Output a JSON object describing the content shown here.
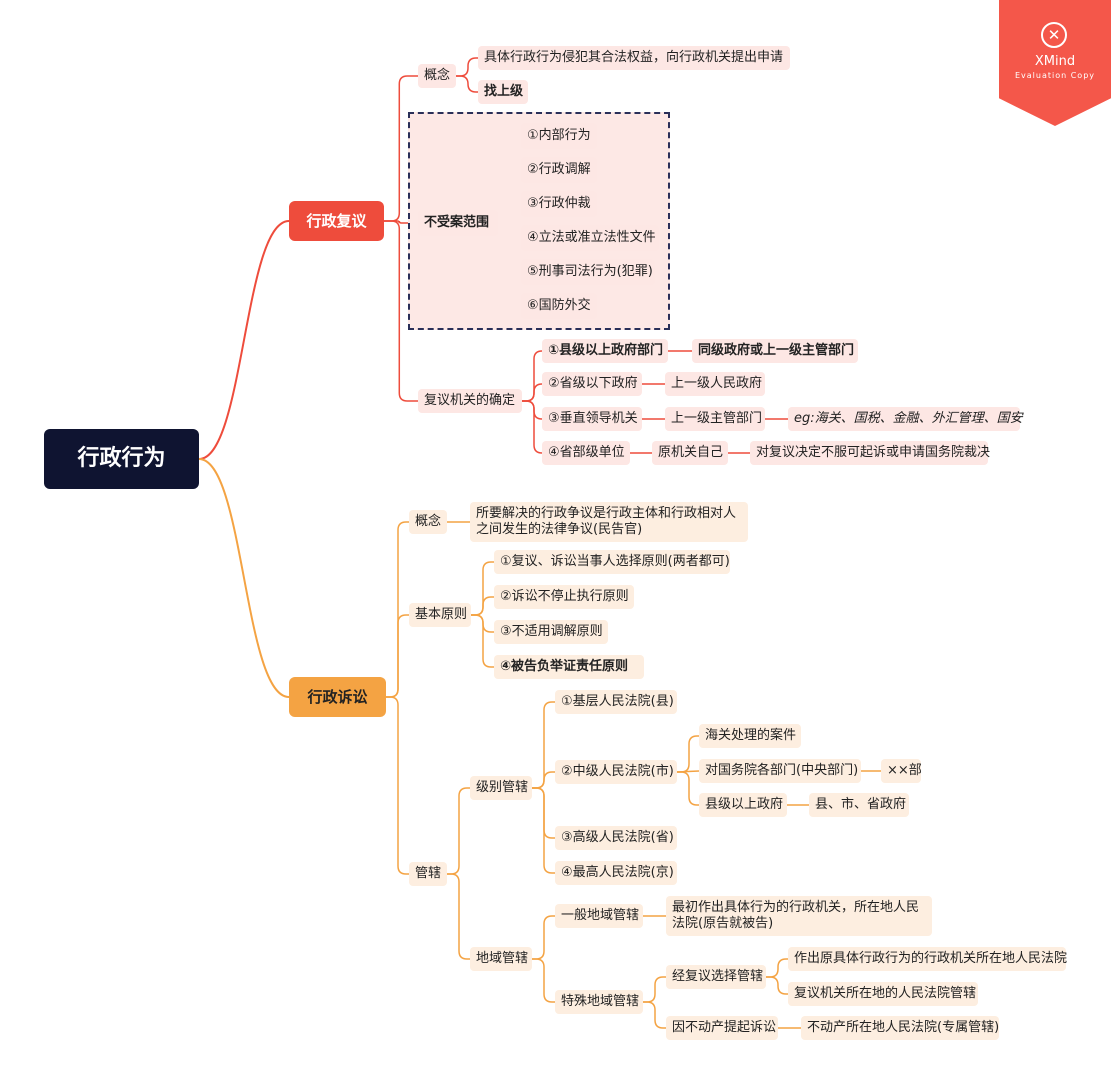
{
  "root": "行政行为",
  "fuyi": {
    "title": "行政复议",
    "concept": {
      "label": "概念",
      "detail1": "具体行政行为侵犯其合法权益，向行政机关提出申请",
      "detail2": "找上级"
    },
    "exclusions": {
      "label": "不受案范围",
      "items": [
        "①内部行为",
        "②行政调解",
        "③行政仲裁",
        "④立法或准立法性文件",
        "⑤刑事司法行为(犯罪)",
        "⑥国防外交"
      ]
    },
    "authority": {
      "label": "复议机关的确定",
      "rows": [
        {
          "a": "①县级以上政府部门",
          "b": "同级政府或上一级主管部门"
        },
        {
          "a": "②省级以下政府",
          "b": "上一级人民政府"
        },
        {
          "a": "③垂直领导机关",
          "b": "上一级主管部门",
          "c": "eg:海关、国税、金融、外汇管理、国安"
        },
        {
          "a": "④省部级单位",
          "b": "原机关自己",
          "c": "对复议决定不服可起诉或申请国务院裁决"
        }
      ]
    }
  },
  "susong": {
    "title": "行政诉讼",
    "concept": {
      "label": "概念",
      "detail": "所要解决的行政争议是行政主体和行政相对人之间发生的法律争议(民告官)"
    },
    "principles": {
      "label": "基本原则",
      "items": [
        "①复议、诉讼当事人选择原则(两者都可)",
        "②诉讼不停止执行原则",
        "③不适用调解原则",
        "④被告负举证责任原则"
      ]
    },
    "jurisdiction": {
      "label": "管辖",
      "level": {
        "label": "级别管辖",
        "basic": "①基层人民法院(县)",
        "intermediate": {
          "label": "②中级人民法院(市)",
          "customs": "海关处理的案件",
          "ministries": "对国务院各部门(中央部门)",
          "ministries_eg": "××部",
          "county_gov": "县级以上政府",
          "county_gov_eg": "县、市、省政府"
        },
        "high": "③高级人民法院(省)",
        "supreme": "④最高人民法院(京)"
      },
      "territorial": {
        "label": "地域管辖",
        "general": {
          "label": "一般地域管辖",
          "detail": "最初作出具体行为的行政机关，所在地人民法院(原告就被告)"
        },
        "special": {
          "label": "特殊地域管辖",
          "review": {
            "label": "经复议选择管辖",
            "opt1": "作出原具体行政行为的行政机关所在地人民法院",
            "opt2": "复议机关所在地的人民法院管辖"
          },
          "realestate": {
            "label": "因不动产提起诉讼",
            "detail": "不动产所在地人民法院(专属管辖)"
          }
        }
      }
    }
  },
  "watermark": {
    "brand": "XMind",
    "note": "Evaluation Copy",
    "icon": "xmind-logo-icon"
  },
  "colors": {
    "root": "#0f1431",
    "fuyi_branch": "#ee4c3c",
    "susong_branch": "#f4a343",
    "fuyi_fill": "#fde7e4",
    "susong_fill": "#fdeee0",
    "watermark": "#f4574a"
  }
}
